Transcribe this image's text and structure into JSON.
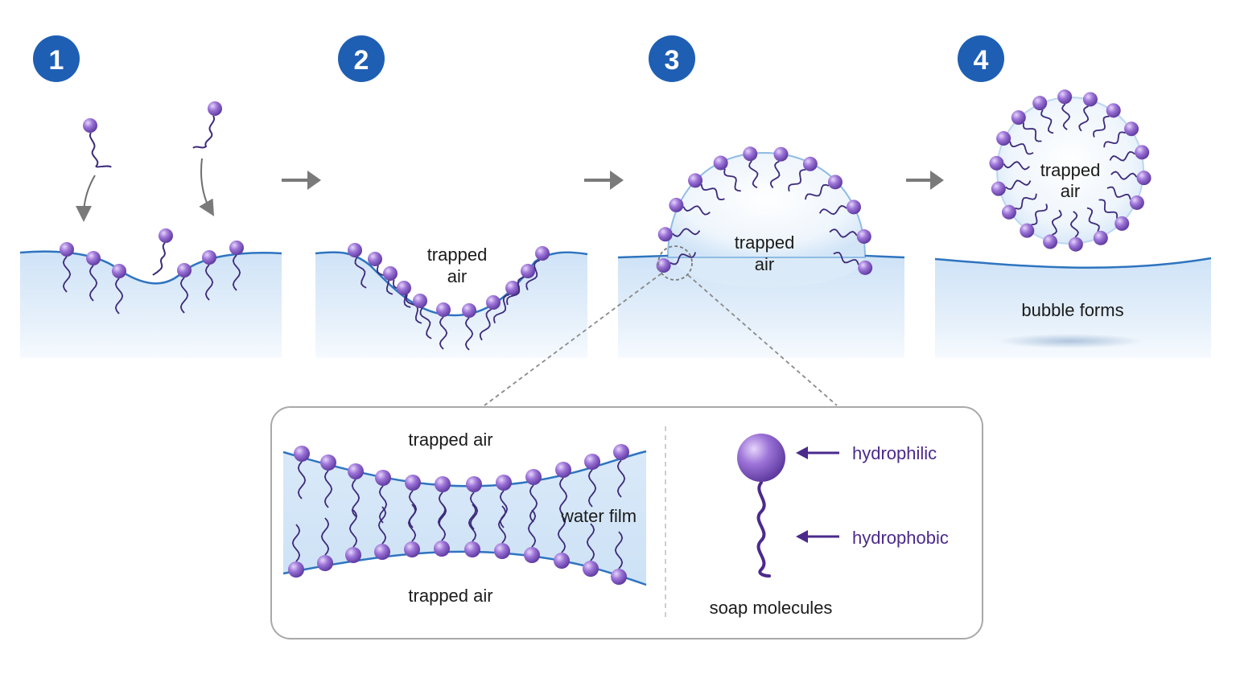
{
  "steps": [
    {
      "number": "1"
    },
    {
      "number": "2",
      "label_line1": "trapped",
      "label_line2": "air"
    },
    {
      "number": "3",
      "label_line1": "trapped",
      "label_line2": "air"
    },
    {
      "number": "4",
      "label_line1": "trapped",
      "label_line2": "air",
      "caption": "bubble forms"
    }
  ],
  "detail": {
    "top_label": "trapped air",
    "bottom_label": "trapped air",
    "film_label": "water film"
  },
  "legend": {
    "hydrophilic": "hydrophilic",
    "hydrophobic": "hydrophobic",
    "caption": "soap molecules"
  },
  "colors": {
    "step_badge": "#1e5fb4",
    "water_line": "#2e74bf",
    "molecule_head": "#8a5fc9",
    "molecule_tail": "#3d2a7a",
    "legend_text": "#4b2a8c",
    "arrow": "#7a7a7a"
  }
}
